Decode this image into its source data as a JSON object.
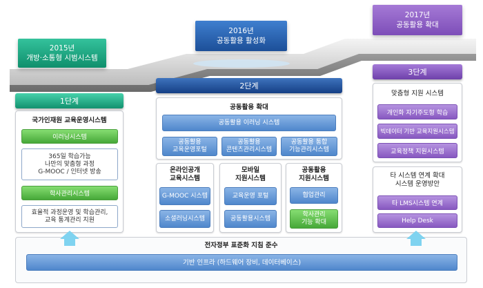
{
  "years": {
    "y2015": {
      "year": "2015년",
      "title": "개방·소통형 시범시스템"
    },
    "y2016": {
      "year": "2016년",
      "title": "공동활용 활성화"
    },
    "y2017": {
      "year": "2017년",
      "title": "공동활용 확대"
    }
  },
  "stages": {
    "s1": "1단계",
    "s2": "2단계",
    "s3": "3단계"
  },
  "stage1": {
    "title": "국가인재원 교육운영시스템",
    "elearning": "이러닝시스템",
    "features": [
      "365일 학습가능",
      "나만의 맞춤형 과정",
      "G-MOOC / 인터넷 방송"
    ],
    "academic": "학사관리시스템",
    "academic_desc": [
      "효율적 과정운영 및 학습관리,",
      "교육 통계관리 지원"
    ]
  },
  "stage2": {
    "title": "공동활용 확대",
    "elearning_bar": "공동활용 이러닝 시스템",
    "sub_items": [
      [
        "공동활용",
        "교육운영포털"
      ],
      [
        "공동활용",
        "콘텐츠관리시스템"
      ],
      [
        "공동활용 통합",
        "기능관리시스템"
      ]
    ],
    "online": {
      "title": [
        "온라인공개",
        "교육시스템"
      ],
      "items": [
        "G-MOOC 시스템",
        "소셜러닝시스템"
      ]
    },
    "mobile": {
      "title": [
        "모바일",
        "지원시스템"
      ],
      "items": [
        "교육운영 포털",
        "공동활용시스템"
      ]
    },
    "shared": {
      "title": [
        "공동활용",
        "지원시스템"
      ],
      "items": [
        "협업관리"
      ],
      "green": [
        "학사관리",
        "기능 확대"
      ]
    }
  },
  "stage3": {
    "title": "맞춤형 지원 시스템",
    "items": [
      "개인화 자기주도형 학습",
      "빅데이터 기반 교육지원시스템",
      "교육정책 지원시스템"
    ],
    "link_title": [
      "타 시스템 연계 확대",
      "시스템 운영방안"
    ],
    "link_items": [
      "타 LMS시스템 연계",
      "Help Desk"
    ]
  },
  "base": {
    "title": "전자정부 표준화 지침 준수",
    "infra": "기반 인프라 (하드웨어 장비, 데이터베이스)"
  }
}
